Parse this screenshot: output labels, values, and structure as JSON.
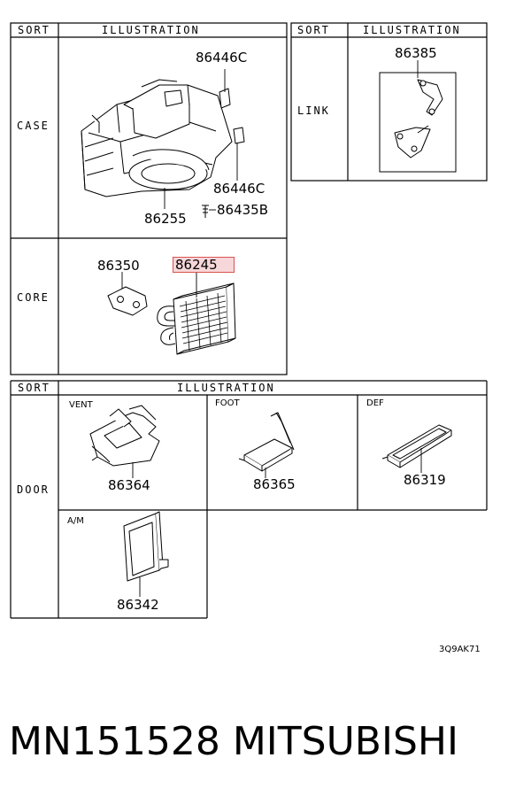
{
  "headers": {
    "sort": "SORT",
    "illustration": "ILLUSTRATION"
  },
  "sections": {
    "case": "CASE",
    "link": "LINK",
    "core": "CORE",
    "door": "DOOR"
  },
  "parts": {
    "case_top_clip": "86446C",
    "case_side_clip": "86446C",
    "case_screw": "86435B",
    "case_housing": "86255",
    "link": "86385",
    "core_bracket": "86350",
    "core_heater": "86245",
    "vent_door": "86364",
    "foot_door": "86365",
    "def_door": "86319",
    "am_door": "86342"
  },
  "sublabels": {
    "vent": "VENT",
    "foot": "FOOT",
    "def": "DEF",
    "am": "A/M"
  },
  "highlighted_part": "86245",
  "diagram_ref": "3Q9AK71",
  "caption": "MN151528   MITSUBISHI"
}
